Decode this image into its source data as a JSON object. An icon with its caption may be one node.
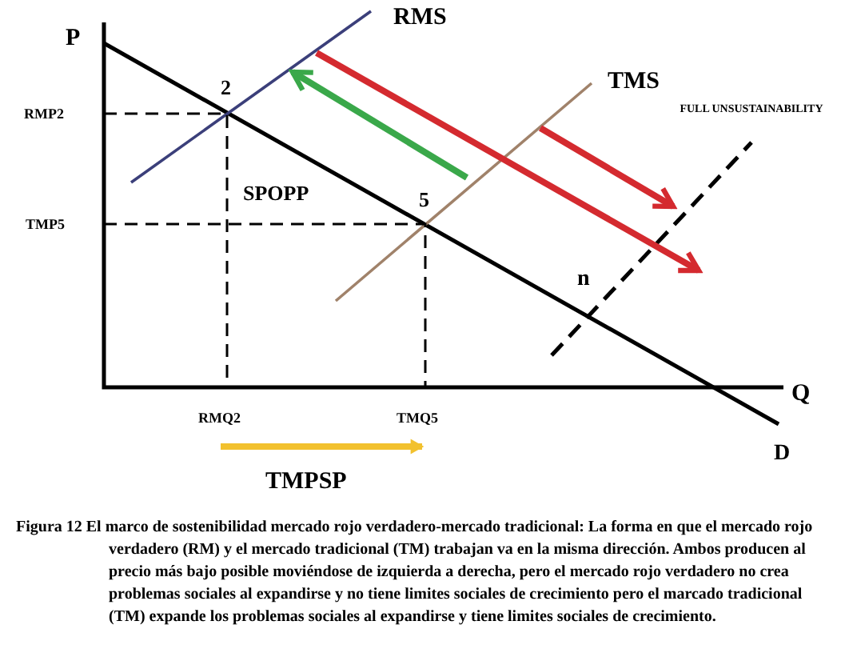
{
  "diagram": {
    "caption": "Figura 12 El marco de sostenibilidad mercado rojo verdadero-mercado tradicional: La forma en que el mercado rojo verdadero (RM) y el mercado tradicional (TM) trabajan va en la misma dirección. Ambos producen al precio más bajo posible moviéndose de izquierda a derecha, pero el mercado rojo verdadero no crea problemas sociales al expandirse y no tiene limites sociales de crecimiento pero el marcado tradicional (TM) expande los problemas sociales al expandirse y tiene limites sociales de crecimiento.",
    "labels": [
      "P",
      "RMS",
      "TMS",
      "2",
      "RMP2",
      "FULL UNSUSTAINABILITY",
      "SPOPP",
      "5",
      "TMP5",
      "n",
      "Q",
      "RMQ2",
      "TMQ5",
      "D",
      "TMPSP"
    ]
  }
}
